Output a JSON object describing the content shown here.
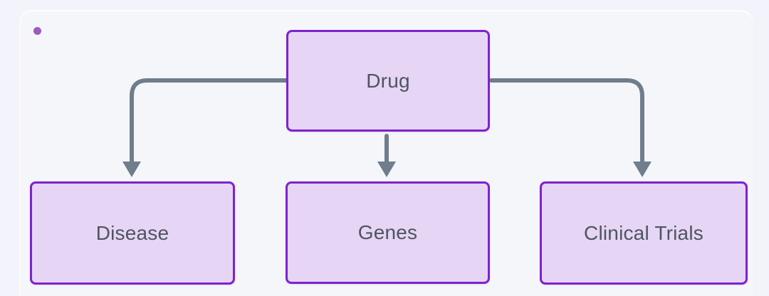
{
  "diagram": {
    "type": "flowchart",
    "direction": "top-down",
    "nodes": [
      {
        "id": "drug",
        "label": "Drug"
      },
      {
        "id": "disease",
        "label": "Disease"
      },
      {
        "id": "genes",
        "label": "Genes"
      },
      {
        "id": "clinical-trials",
        "label": "Clinical Trials"
      }
    ],
    "edges": [
      {
        "from": "drug",
        "to": "disease"
      },
      {
        "from": "drug",
        "to": "genes"
      },
      {
        "from": "drug",
        "to": "clinical-trials"
      }
    ]
  },
  "colors": {
    "page_bg": "#f2f3fb",
    "card_bg": "#f5f6f9",
    "node_fill": "#e6d5f5",
    "node_border": "#7e22ce",
    "node_text": "#4d5562",
    "edge": "#6f7d8c",
    "bullet": "#9c5bbd"
  }
}
